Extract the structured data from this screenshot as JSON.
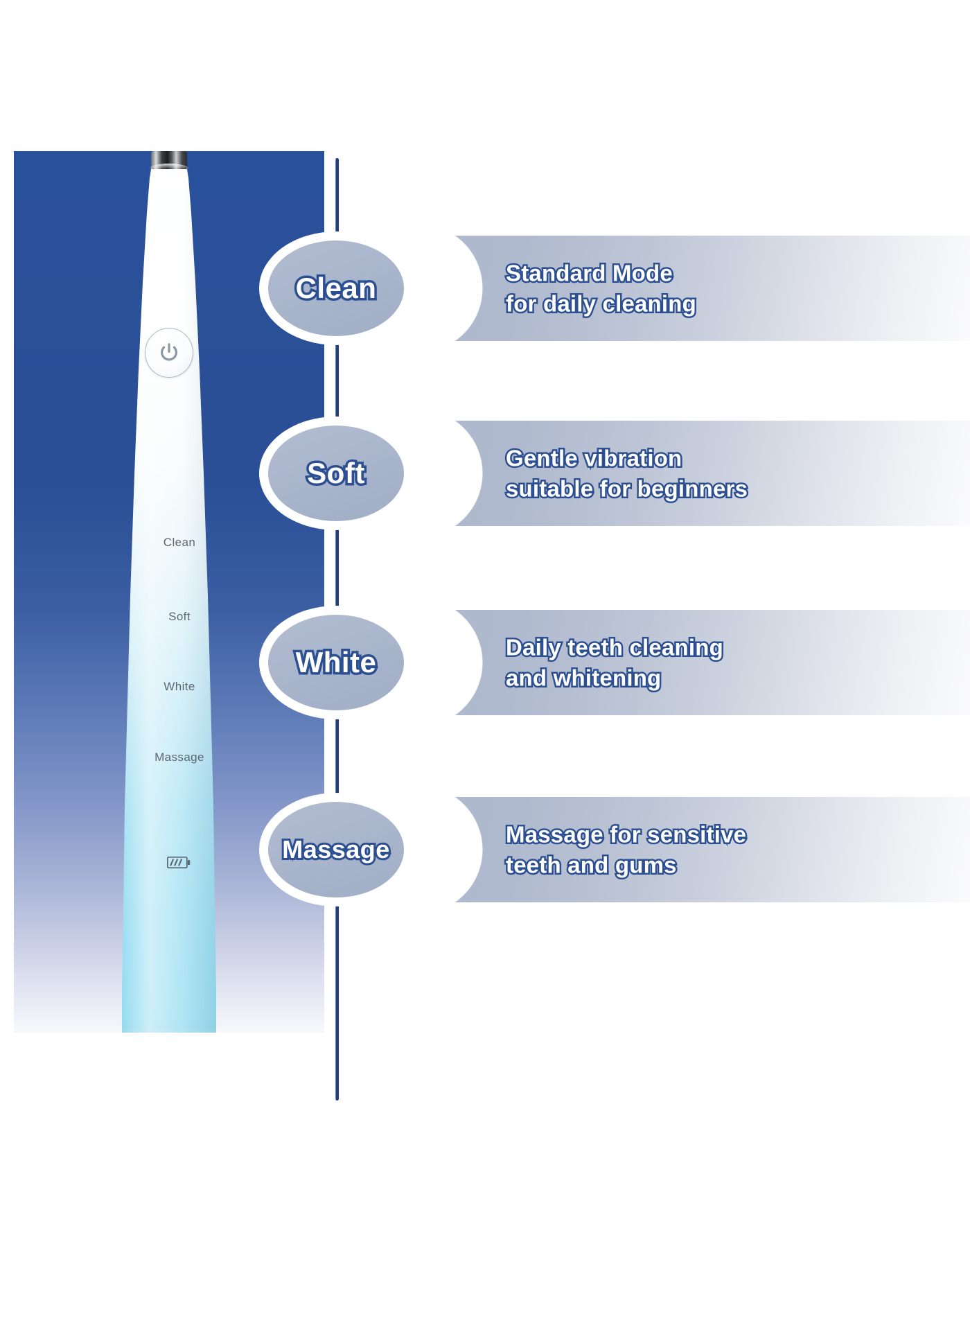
{
  "product": {
    "panel_bg_top": "#29509a",
    "panel_bg_bottom": "#f8f9fc",
    "handle_top_color": "#ffffff",
    "handle_bottom_color": "#93dcf1",
    "power_button_icon": "power-icon",
    "battery_icon": "battery-icon",
    "mode_prints": [
      {
        "label": "Clean"
      },
      {
        "label": "Soft"
      },
      {
        "label": "White"
      },
      {
        "label": "Massage"
      }
    ]
  },
  "colors": {
    "accent_navy": "#2c4f91",
    "spine_navy": "#1f3e7a",
    "badge_fill": "#a9b5cb",
    "panel_fill_left": "#adb8cc",
    "panel_fill_right": "#fbfbfd",
    "print_label": "#5b6670"
  },
  "modes": [
    {
      "badge": "Clean",
      "description": "Standard Mode\nfor daily cleaning"
    },
    {
      "badge": "Soft",
      "description": "Gentle vibration\nsuitable for beginners"
    },
    {
      "badge": "White",
      "description": "Daily teeth cleaning\nand whitening"
    },
    {
      "badge": "Massage",
      "description": "Massage for sensitive\nteeth and gums"
    }
  ]
}
